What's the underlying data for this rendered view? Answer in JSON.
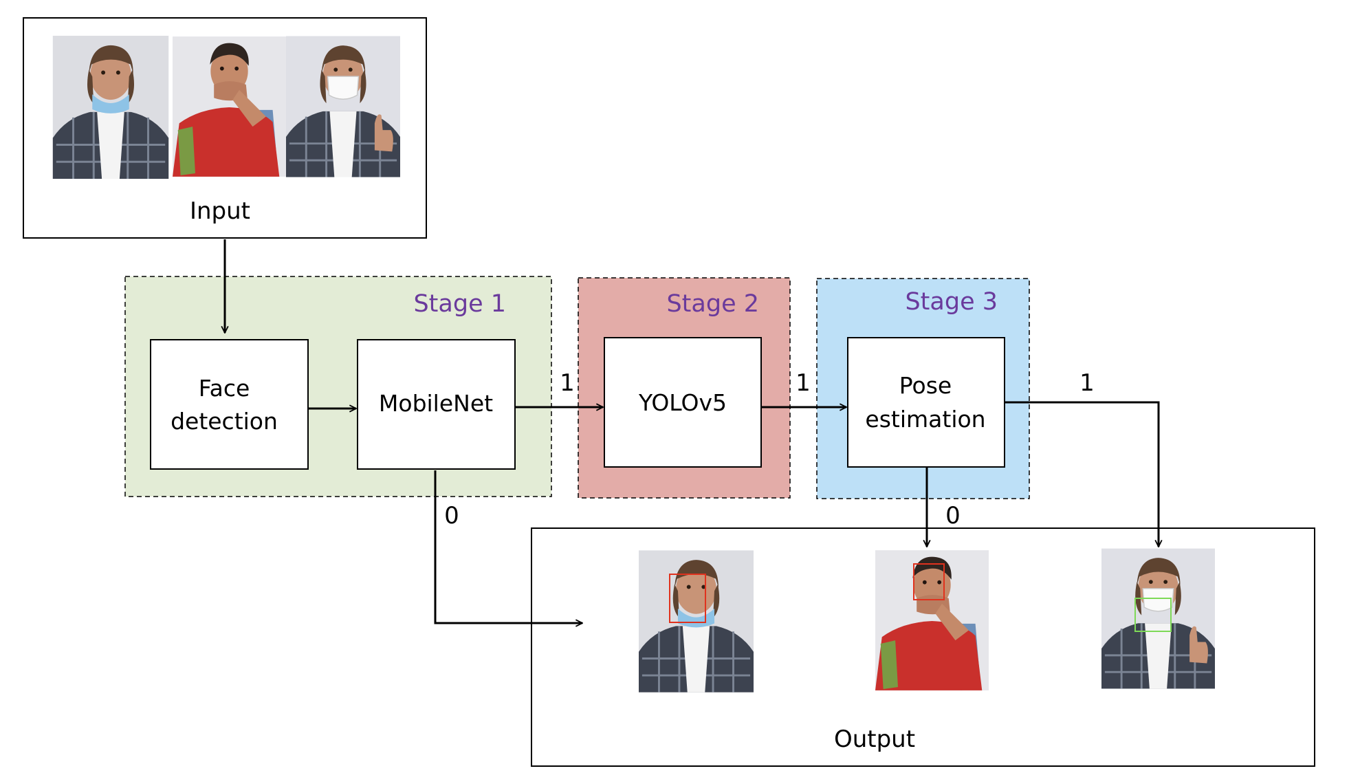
{
  "colors": {
    "stage1_fill": "#e3ecd6",
    "stage2_fill": "#e3aca8",
    "stage3_fill": "#bde0f7",
    "stage_label": "#6a3a9c",
    "box_red": "#e0321e",
    "box_green": "#7ed957",
    "shirt_red": "#c9302c",
    "mask_blue": "#8ec3e6"
  },
  "input": {
    "label": "Input"
  },
  "output": {
    "label": "Output"
  },
  "stages": [
    {
      "label": "Stage 1"
    },
    {
      "label": "Stage 2"
    },
    {
      "label": "Stage 3"
    }
  ],
  "nodes": {
    "face_detection": {
      "line1": "Face",
      "line2": "detection"
    },
    "mobilenet": {
      "label": "MobileNet"
    },
    "yolov5": {
      "label": "YOLOv5"
    },
    "pose_estimation": {
      "line1": "Pose",
      "line2": "estimation"
    }
  },
  "edges": {
    "mobilenet_to_yolo": "1",
    "yolo_to_pose": "1",
    "pose_to_output_mask": "1",
    "mobilenet_to_output": "0",
    "pose_to_output_hand": "0"
  },
  "photos": {
    "input": [
      "mask-under-chin-person",
      "hand-over-mouth-person",
      "mask-on-person"
    ],
    "output": [
      "mask-under-chin-person",
      "hand-over-mouth-person",
      "mask-on-person"
    ]
  }
}
